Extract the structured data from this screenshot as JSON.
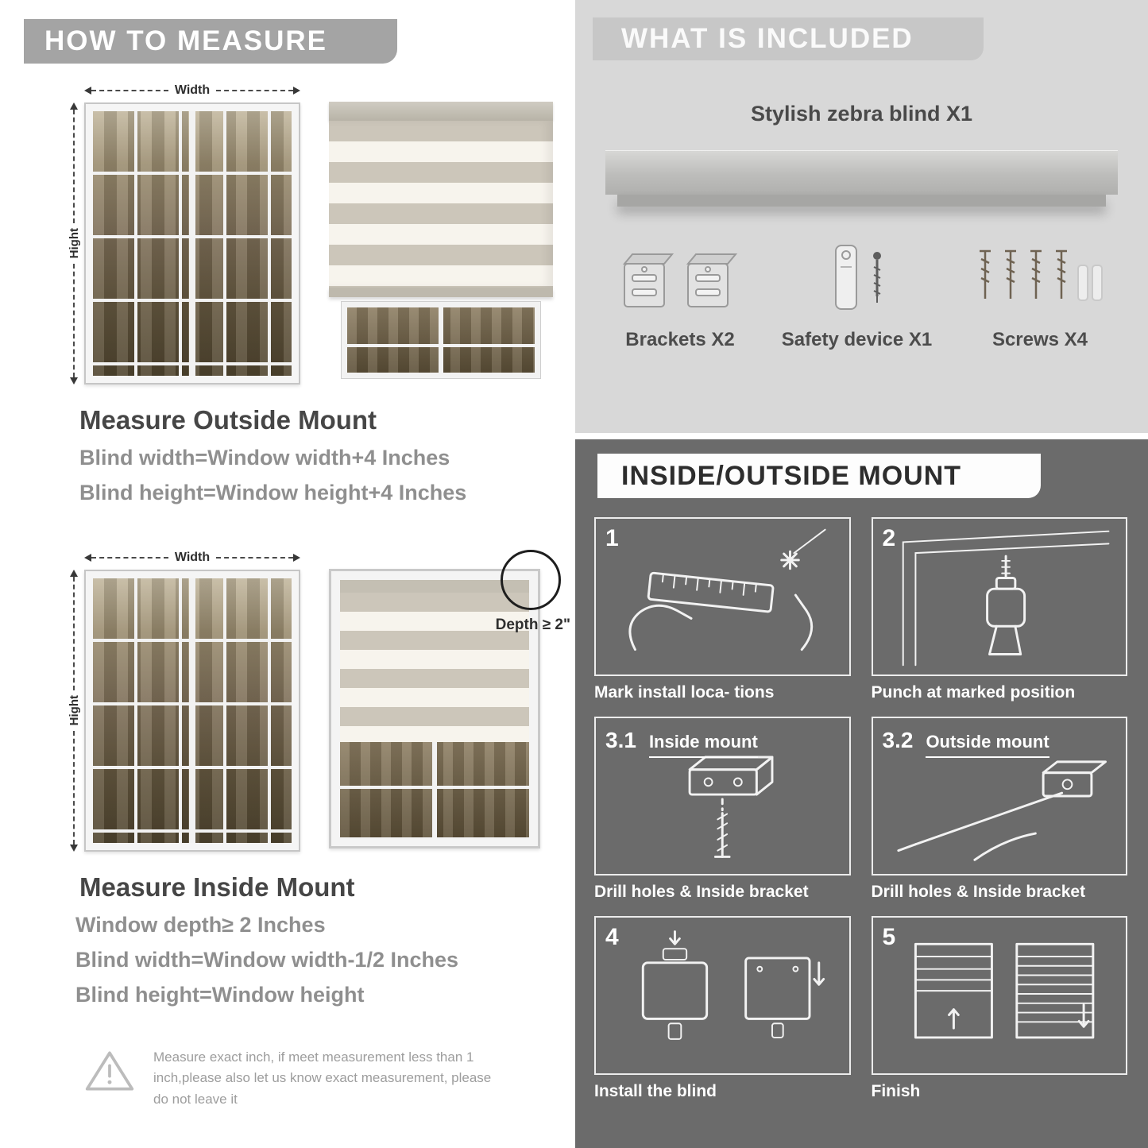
{
  "colors": {
    "banner_gray": "#a4a4a4",
    "panel_light": "#d8d8d8",
    "panel_dark": "#6b6b6b",
    "heading_text": "#464646",
    "formula_text": "#8f8f8f"
  },
  "measure": {
    "banner": "HOW TO MEASURE",
    "outside": {
      "width_label": "Width",
      "height_label": "Hight",
      "heading": "Measure Outside Mount",
      "lines": [
        "Blind width=Window width+4 Inches",
        "Blind height=Window height+4 Inches"
      ]
    },
    "inside": {
      "width_label": "Width",
      "height_label": "Hight",
      "depth_note": "Depth ≥ 2\"",
      "heading": "Measure Inside Mount",
      "lines": [
        "Window depth≥ 2 Inches",
        "Blind width=Window width-1/2 Inches",
        "Blind height=Window height"
      ]
    },
    "warning": "Measure exact inch, if meet measurement less than 1 inch,please also let us know exact measurement, please do not leave it"
  },
  "included": {
    "banner": "WHAT IS INCLUDED",
    "product": "Stylish zebra blind X1",
    "items": [
      {
        "label": "Brackets X2"
      },
      {
        "label": "Safety device X1"
      },
      {
        "label": "Screws X4"
      }
    ]
  },
  "mount": {
    "banner": "INSIDE/OUTSIDE MOUNT",
    "steps": [
      {
        "num": "1",
        "title": "",
        "caption": "Mark install loca- tions"
      },
      {
        "num": "2",
        "title": "",
        "caption": "Punch at  marked position"
      },
      {
        "num": "3.1",
        "title": "Inside mount",
        "caption": "Drill holes &  Inside bracket"
      },
      {
        "num": "3.2",
        "title": "Outside mount",
        "caption": "Drill holes &  Inside bracket"
      },
      {
        "num": "4",
        "title": "",
        "caption": "Install the blind"
      },
      {
        "num": "5",
        "title": "",
        "caption": "Finish"
      }
    ]
  }
}
